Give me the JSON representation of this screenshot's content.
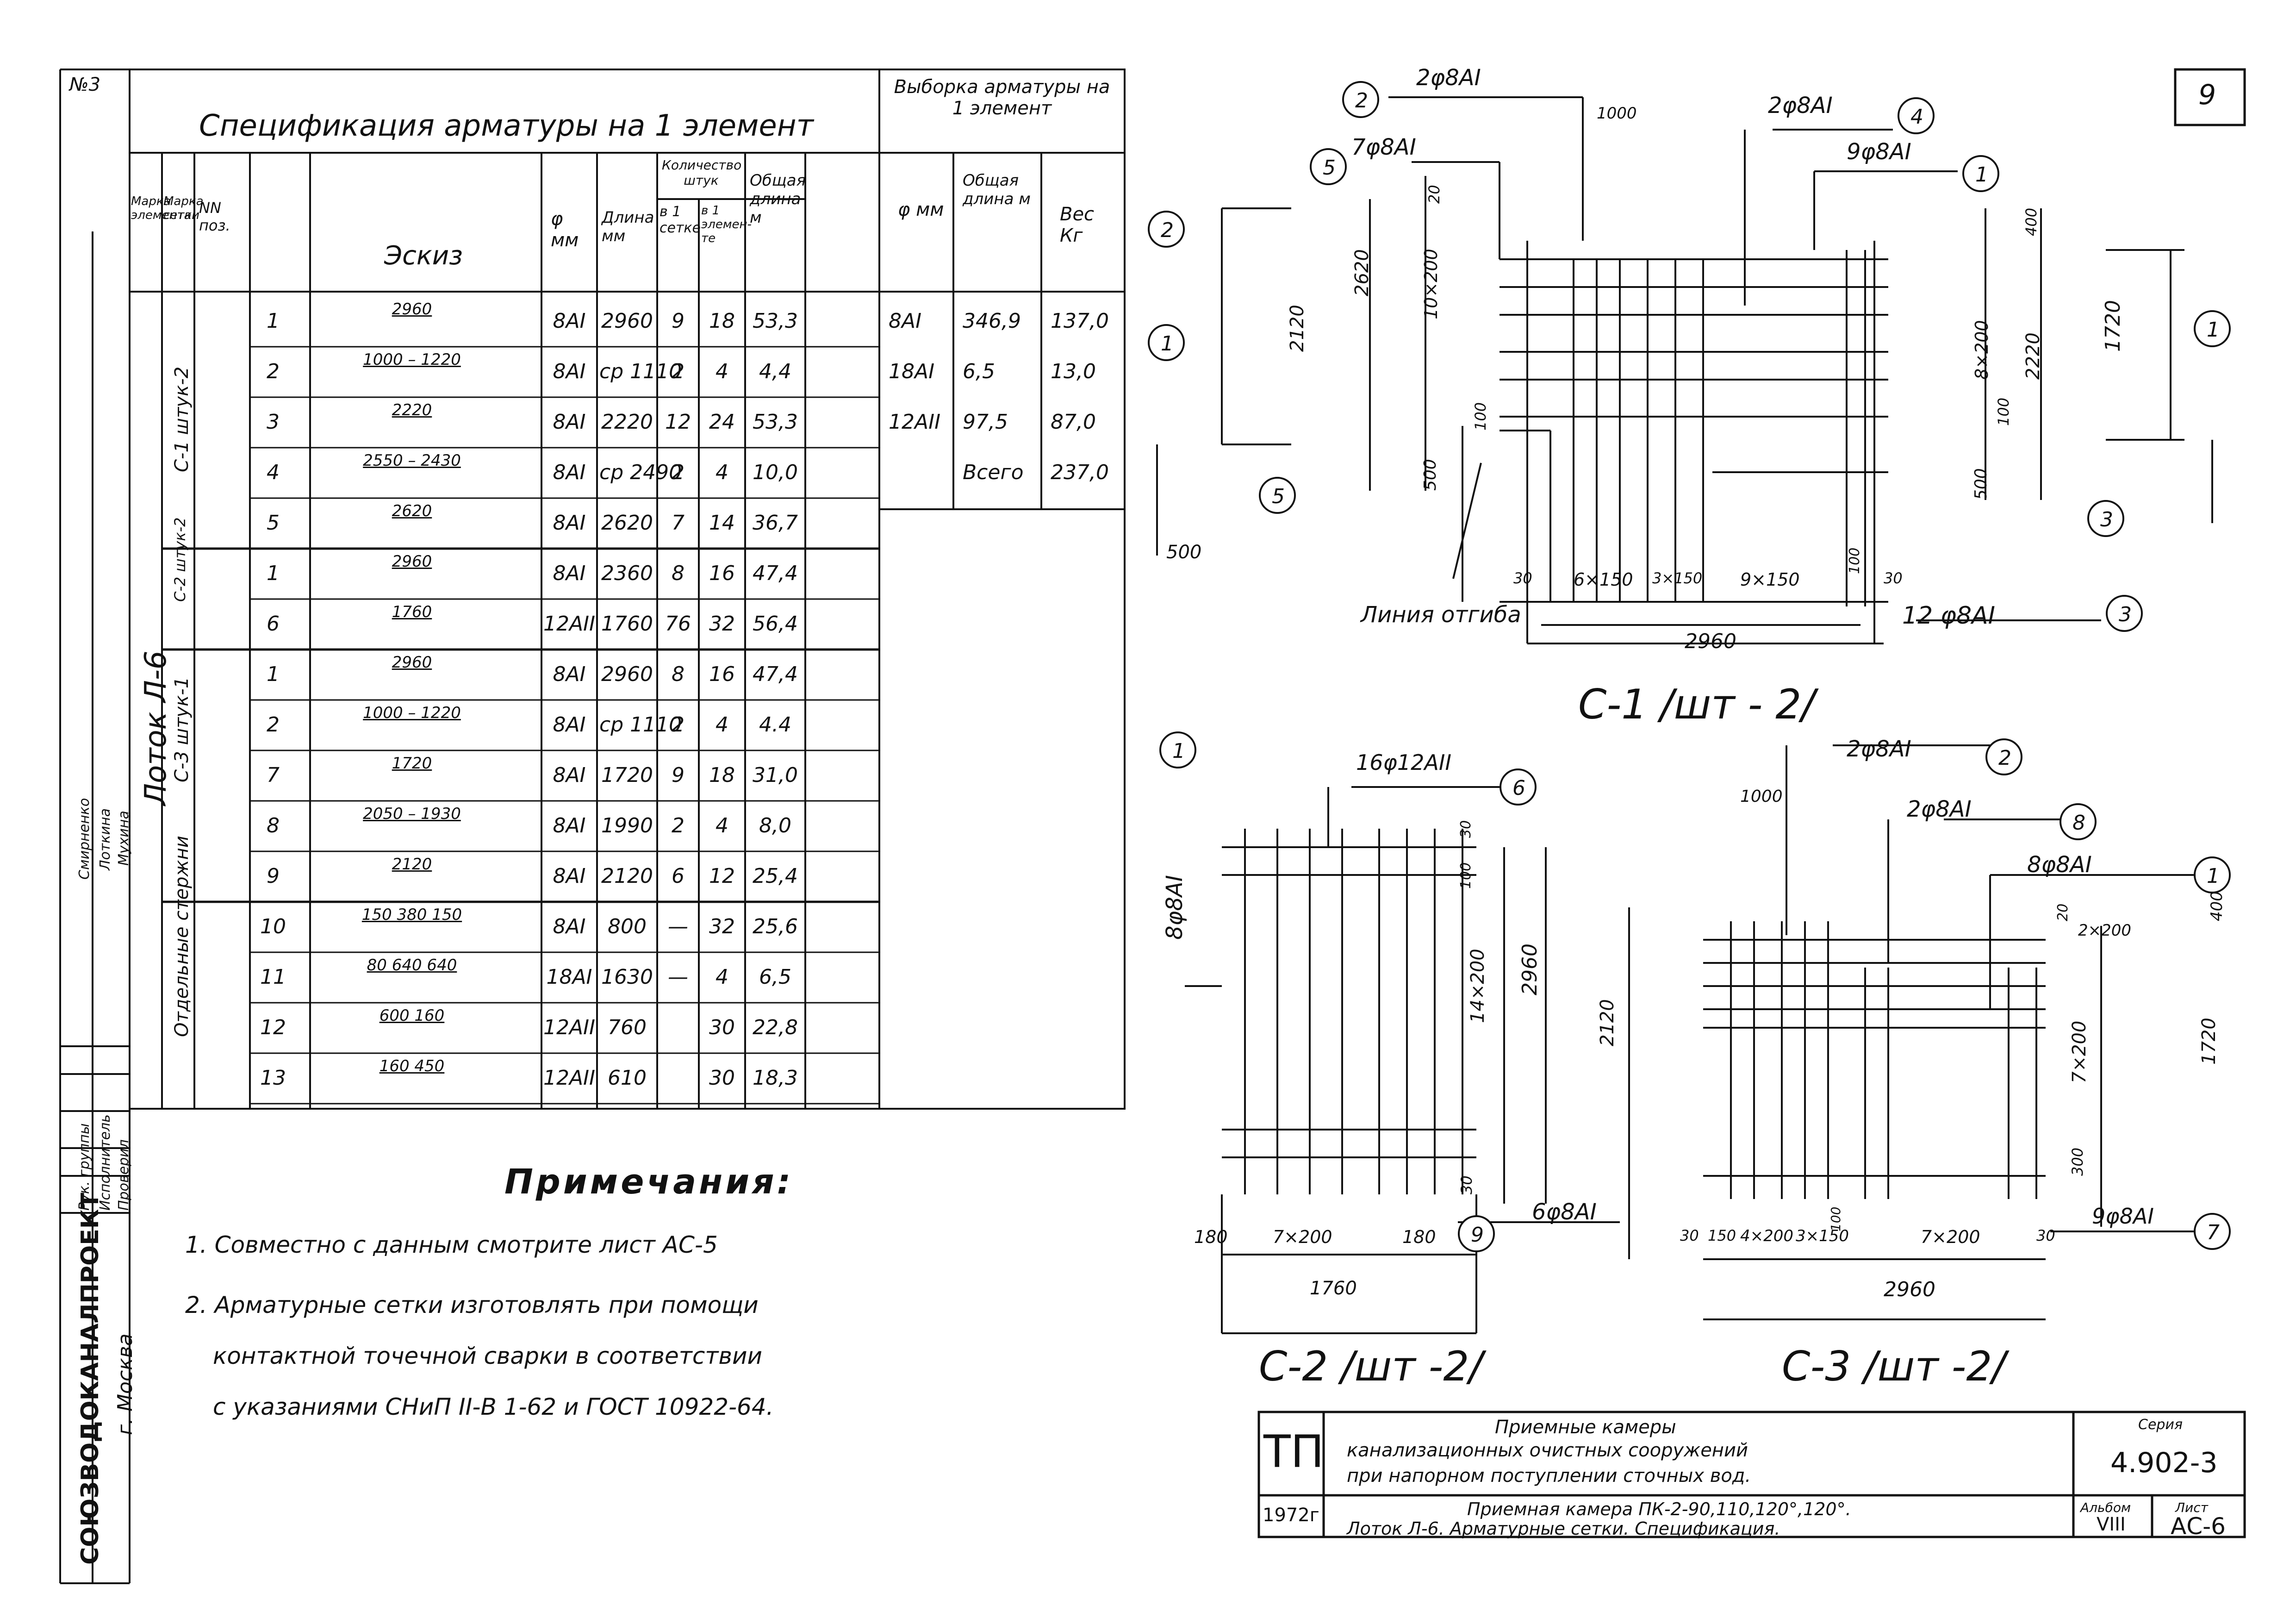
{
  "sheet": {
    "corner_num": "№3",
    "sheet_number": "9",
    "org": "СОЮЗВОДОКАНАЛПРОЕКТ",
    "city": "г. Москва",
    "signature_roles": [
      "Рук. группы",
      "Исполнитель",
      "Проверил"
    ],
    "signature_names": [
      "Смирненко",
      "Лоткина",
      "Мухина"
    ]
  },
  "spec": {
    "title": "Спецификация арматуры на 1 элемент",
    "selection_title": "Выборка арматуры на 1 элемент",
    "headers": {
      "element_mark": "Марка элемента",
      "mesh_mark": "Марка сетки",
      "pos": "NN поз.",
      "sketch": "Эскиз",
      "dia": "φ мм",
      "length": "Длина мм",
      "qty": "Количество штук",
      "qty_mesh": "в 1 сетке",
      "qty_elem": "в 1 элемен-те",
      "total_len": "Общая длина м",
      "sel_dia": "φ мм",
      "sel_len": "Общая длина м",
      "sel_weight": "Вес Кг"
    },
    "element_label": "Лоток Л-6",
    "groups": [
      {
        "label": "С-1 штук-2"
      },
      {
        "label": "С-2 штук-2"
      },
      {
        "label": "С-3 штук-1"
      },
      {
        "label": "Отдельные стержни"
      }
    ],
    "rows": [
      {
        "pos": "1",
        "sketch": "2960",
        "dia": "8АI",
        "len": "2960",
        "qty1": "9",
        "qty2": "18",
        "total": "53,3"
      },
      {
        "pos": "2",
        "sketch": "1000 – 1220",
        "dia": "8АI",
        "len": "ср 1110",
        "qty1": "2",
        "qty2": "4",
        "total": "4,4"
      },
      {
        "pos": "3",
        "sketch": "2220",
        "dia": "8АI",
        "len": "2220",
        "qty1": "12",
        "qty2": "24",
        "total": "53,3"
      },
      {
        "pos": "4",
        "sketch": "2550 – 2430",
        "dia": "8АI",
        "len": "ср 2490",
        "qty1": "2",
        "qty2": "4",
        "total": "10,0"
      },
      {
        "pos": "5",
        "sketch": "2620",
        "dia": "8АI",
        "len": "2620",
        "qty1": "7",
        "qty2": "14",
        "total": "36,7"
      },
      {
        "pos": "1",
        "sketch": "2960",
        "dia": "8АI",
        "len": "2360",
        "qty1": "8",
        "qty2": "16",
        "total": "47,4"
      },
      {
        "pos": "6",
        "sketch": "1760",
        "dia": "12АII",
        "len": "1760",
        "qty1": "76",
        "qty2": "32",
        "total": "56,4"
      },
      {
        "pos": "1",
        "sketch": "2960",
        "dia": "8АI",
        "len": "2960",
        "qty1": "8",
        "qty2": "16",
        "total": "47,4"
      },
      {
        "pos": "2",
        "sketch": "1000 – 1220",
        "dia": "8АI",
        "len": "ср 1110",
        "qty1": "2",
        "qty2": "4",
        "total": "4.4"
      },
      {
        "pos": "7",
        "sketch": "1720",
        "dia": "8АI",
        "len": "1720",
        "qty1": "9",
        "qty2": "18",
        "total": "31,0"
      },
      {
        "pos": "8",
        "sketch": "2050 – 1930",
        "dia": "8АI",
        "len": "1990",
        "qty1": "2",
        "qty2": "4",
        "total": "8,0"
      },
      {
        "pos": "9",
        "sketch": "2120",
        "dia": "8АI",
        "len": "2120",
        "qty1": "6",
        "qty2": "12",
        "total": "25,4"
      },
      {
        "pos": "10",
        "sketch": "150 380 150",
        "dia": "8АI",
        "len": "800",
        "qty1": "—",
        "qty2": "32",
        "total": "25,6"
      },
      {
        "pos": "11",
        "sketch": "80 640 640",
        "dia": "18АI",
        "len": "1630",
        "qty1": "—",
        "qty2": "4",
        "total": "6,5"
      },
      {
        "pos": "12",
        "sketch": "600 160",
        "dia": "12АII",
        "len": "760",
        "qty1": "",
        "qty2": "30",
        "total": "22,8"
      },
      {
        "pos": "13",
        "sketch": "160 450",
        "dia": "12АII",
        "len": "610",
        "qty1": "",
        "qty2": "30",
        "total": "18,3"
      }
    ],
    "selection": [
      {
        "dia": "8АI",
        "len": "346,9",
        "weight": "137,0"
      },
      {
        "dia": "18АI",
        "len": "6,5",
        "weight": "13,0"
      },
      {
        "dia": "12АII",
        "len": "97,5",
        "weight": "87,0"
      },
      {
        "dia": "",
        "len": "Всего",
        "weight": "237,0"
      }
    ]
  },
  "notes": {
    "title": "Примечания:",
    "lines": [
      "1. Совместно с данным смотрите лист АС-5",
      "2. Арматурные сетки изготовлять при помощи",
      "контактной точечной сварки в соответствии",
      "с указаниями СНиП II-В 1-62 и ГОСТ 10922-64."
    ]
  },
  "drawings": {
    "c1": {
      "title": "С-1 /шт - 2/",
      "labels": [
        "2φ8АI",
        "1000",
        "2φ8АI",
        "7φ8АI",
        "9φ8АI",
        "20",
        "400",
        "2620",
        "10×200",
        "2120",
        "8×200",
        "2220",
        "1720",
        "100",
        "500",
        "500",
        "100",
        "500",
        "30",
        "6×150",
        "3×150",
        "9×150",
        "100",
        "30",
        "12 φ8АI",
        "2960",
        "Линия отгиба"
      ],
      "callouts": [
        "2",
        "4",
        "5",
        "1",
        "2",
        "1",
        "5",
        "1",
        "3",
        "3"
      ]
    },
    "c2": {
      "title": "С-2 /шт -2/",
      "labels": [
        "16φ12АII",
        "8φ8АI",
        "30",
        "100",
        "14×200",
        "2960",
        "30",
        "180",
        "7×200",
        "180",
        "1760",
        "6φ8АI"
      ],
      "callouts": [
        "1",
        "6",
        "9"
      ]
    },
    "c3": {
      "title": "С-3 /шт -2/",
      "labels": [
        "2φ8АI",
        "1000",
        "2φ8АI",
        "8φ8АI",
        "20",
        "2×200",
        "400",
        "2120",
        "7×200",
        "1720",
        "300",
        "30",
        "150",
        "4×200",
        "3×150",
        "100",
        "7×200",
        "30",
        "9φ8АI",
        "2960"
      ],
      "callouts": [
        "2",
        "8",
        "1",
        "7"
      ]
    }
  },
  "stamp": {
    "logo": "ТП",
    "year": "1972г",
    "title1": "Приемные камеры",
    "title2": "канализационных очистных сооружений",
    "title3": "при напорном поступлении сточных вод.",
    "title4": "Приемная камера ПК-2-90,110,120°,120°.",
    "title5": "Лоток Л-6. Арматурные сетки. Спецификация.",
    "series_label": "Серия",
    "series": "4.902-3",
    "album_label": "Альбом",
    "album": "VIII",
    "sheet_label": "Лист",
    "sheet": "АС-6"
  }
}
